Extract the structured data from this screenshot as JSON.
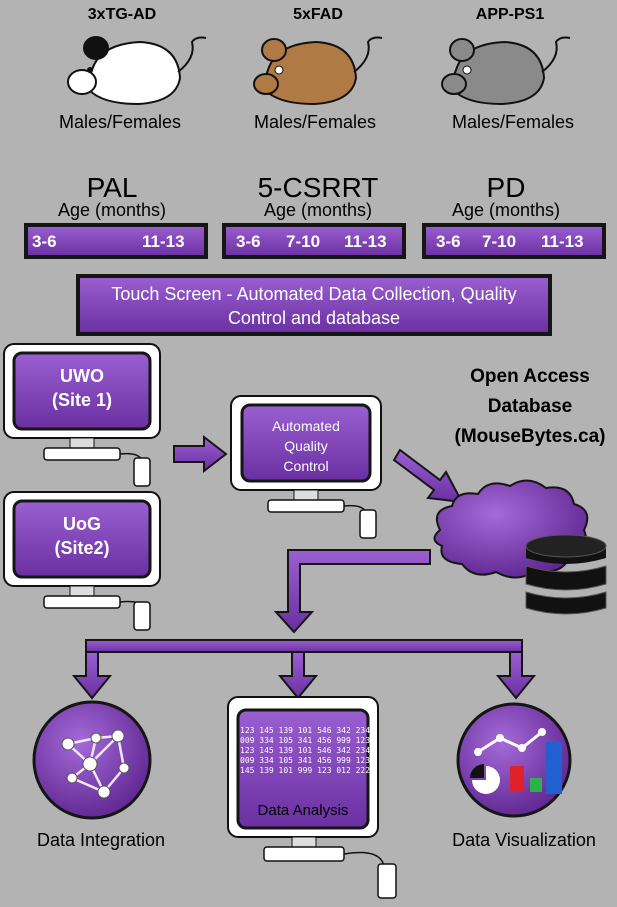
{
  "mice": [
    {
      "name": "3xTG-AD",
      "sex": "Males/Females",
      "color": "#ffffff"
    },
    {
      "name": "5xFAD",
      "sex": "Males/Females",
      "color": "#b07a45"
    },
    {
      "name": "APP-PS1",
      "sex": "Males/Females",
      "color": "#8a8a8a"
    }
  ],
  "tasks": [
    {
      "name": "PAL",
      "age_label": "Age (months)",
      "ages": [
        "3-6",
        "11-13"
      ]
    },
    {
      "name": "5-CSRRT",
      "age_label": "Age (months)",
      "ages": [
        "3-6",
        "7-10",
        "11-13"
      ]
    },
    {
      "name": "PD",
      "age_label": "Age (months)",
      "ages": [
        "3-6",
        "7-10",
        "11-13"
      ]
    }
  ],
  "touch_screen": {
    "line1": "Touch Screen - Automated Data Collection, Quality",
    "line2": "Control and database"
  },
  "sites": [
    {
      "line1": "UWO",
      "line2": "(Site 1)"
    },
    {
      "line1": "UoG",
      "line2": "(Site2)"
    }
  ],
  "qc": {
    "line1": "Automated",
    "line2": "Quality",
    "line3": "Control"
  },
  "database": {
    "line1": "Open Access",
    "line2": "Database",
    "line3": "(MouseBytes.ca)"
  },
  "analysis": {
    "numbers": [
      "123 145 139 101 546 342 234",
      "009 334 105 341 456 999 123",
      "123 145 139 101 546 342 234",
      "009 334 105 341 456 999 123",
      "145 139 101 999 123 012 222"
    ],
    "label": "Data Analysis"
  },
  "outputs": {
    "integration": "Data Integration",
    "visualization": "Data Visualization"
  },
  "colors": {
    "purple": "#7b3fb3",
    "dark": "#151515",
    "background": "#b3b3b3"
  }
}
